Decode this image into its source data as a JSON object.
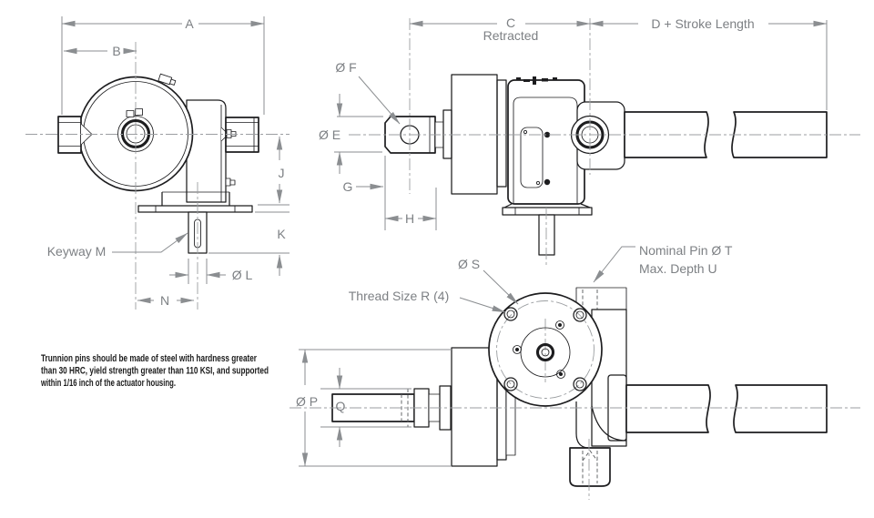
{
  "drawing": {
    "labels": {
      "dim_a": "A",
      "dim_b": "B",
      "dim_c_top": "C",
      "dim_c_bottom": "Retracted",
      "dim_d": "D + Stroke Length",
      "dim_f": "Ø F",
      "dim_e": "Ø E",
      "dim_g": "G",
      "dim_h": "H",
      "dim_j": "J",
      "dim_k": "K",
      "keyway": "Keyway M",
      "dim_l": "Ø L",
      "dim_n": "N",
      "dim_s": "Ø S",
      "thread": "Thread Size R (4)",
      "pin_line1": "Nominal Pin Ø T",
      "pin_line2": "Max. Depth U",
      "dim_p": "Ø P",
      "dim_q": "Q"
    },
    "note": {
      "line1": "Trunnion pins should be made of steel with hardness greater",
      "line2": "than 30 HRC, yield strength greater than 110 KSI, and supported",
      "line3": "within 1/16 inch of the actuator housing."
    },
    "colors": {
      "outline": "#1d1d1f",
      "dimension": "#8b8e91",
      "label_text": "#7d8084",
      "note_text": "#1b1b1b",
      "background": "#ffffff"
    }
  }
}
